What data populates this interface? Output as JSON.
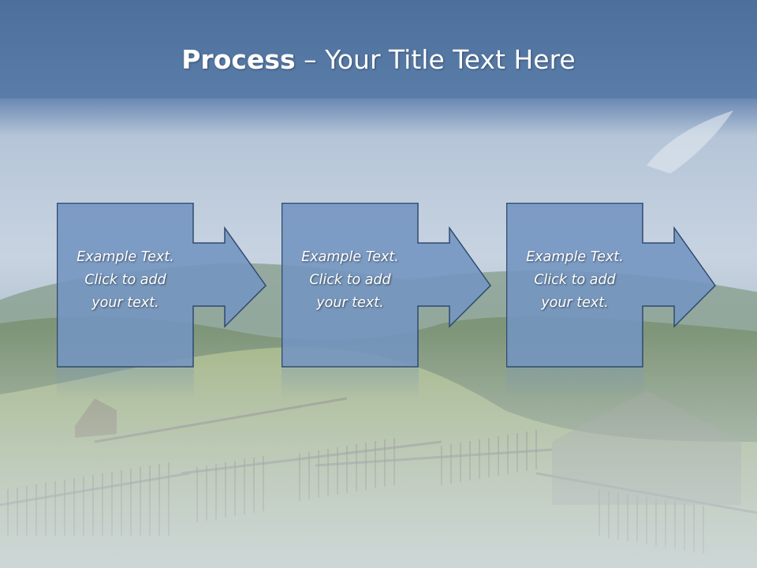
{
  "slide": {
    "title_bold": "Process",
    "title_rest": " – Your Title Text Here"
  },
  "steps": [
    {
      "line1": "Example Text.",
      "line2": "Click  to add",
      "line3": "your text."
    },
    {
      "line1": "Example Text.",
      "line2": "Click  to add",
      "line3": "your text."
    },
    {
      "line1": "Example Text.",
      "line2": "Click  to add",
      "line3": "your text."
    }
  ],
  "colors": {
    "title_bar": "#4f74a0",
    "box_fill": "#7394c0",
    "box_stroke": "#2f4a6e",
    "text": "#ffffff"
  }
}
